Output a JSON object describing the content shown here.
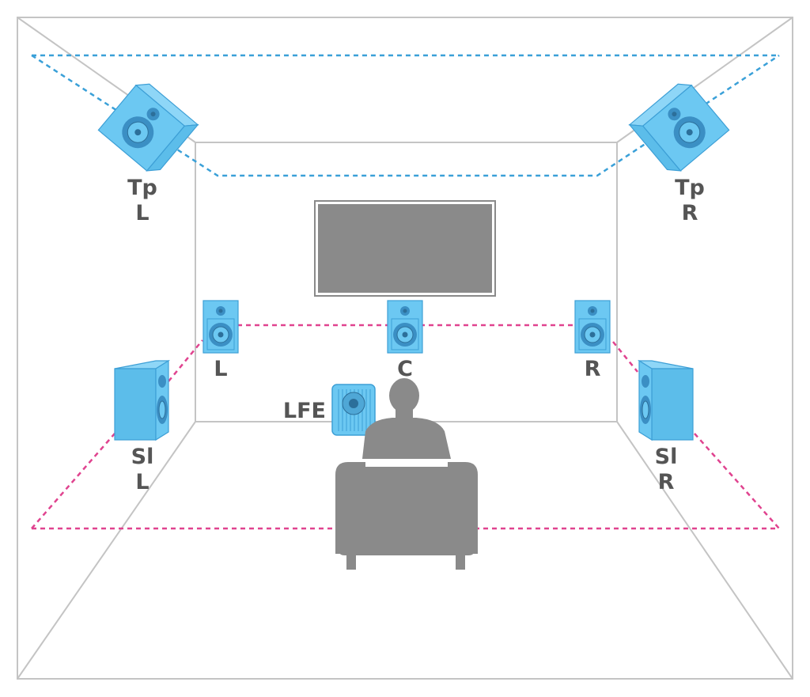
{
  "labels": {
    "top_left": [
      "Tp",
      "L"
    ],
    "top_right": [
      "Tp",
      "R"
    ],
    "front_left": "L",
    "center": "C",
    "front_right": "R",
    "side_left": [
      "Sl",
      "L"
    ],
    "side_right": [
      "Sl",
      "R"
    ],
    "subwoofer": "LFE"
  },
  "colors": {
    "room_lines": "#c4c4c4",
    "height_layer": "#3aa0d8",
    "ear_level_layer": "#e0438f",
    "speaker_fill": "#6cc8f2",
    "screen_and_listener": "#8a8a8a",
    "label_text": "#555555"
  },
  "icons": {
    "speaker": "speaker-icon",
    "subwoofer": "subwoofer-icon",
    "screen": "tv-screen-icon",
    "listener": "listener-silhouette-icon"
  }
}
